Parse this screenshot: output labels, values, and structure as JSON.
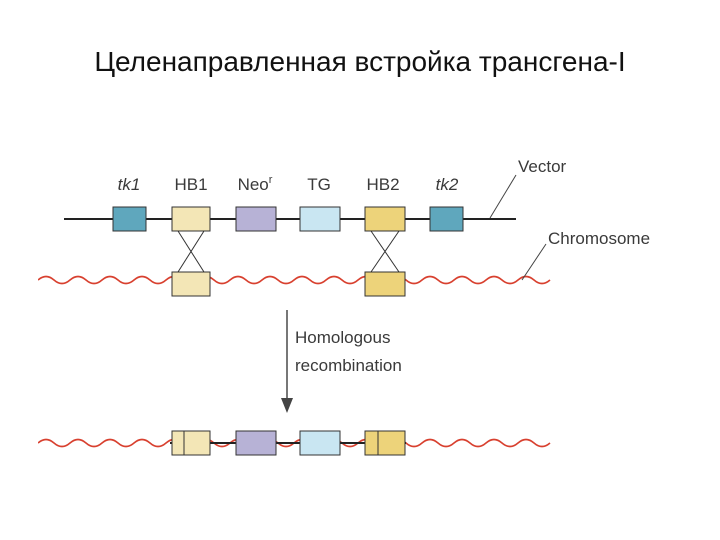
{
  "slide": {
    "title": "Целенаправленная встройка трансгена-I"
  },
  "diagram": {
    "labels": {
      "vector": "Vector",
      "chromosome": "Chromosome",
      "recombination_line1": "Homologous",
      "recombination_line2": "recombination"
    },
    "genes": [
      {
        "id": "tk1",
        "text": "tk1",
        "italic": true,
        "color": "#5fa7bd"
      },
      {
        "id": "hb1",
        "text": "HB1",
        "italic": false,
        "color": "#f3e6b6"
      },
      {
        "id": "neo",
        "text": "Neo",
        "sup": "r",
        "italic": false,
        "color": "#b7b2d6"
      },
      {
        "id": "tg",
        "text": "TG",
        "italic": false,
        "color": "#c9e6f2"
      },
      {
        "id": "hb2",
        "text": "HB2",
        "italic": false,
        "color": "#edd37a"
      },
      {
        "id": "tk2",
        "text": "tk2",
        "italic": true,
        "color": "#5fa7bd"
      }
    ],
    "colors": {
      "vector_line": "#222222",
      "chromosome_wave": "#d8402f",
      "arrow": "#555555"
    }
  }
}
